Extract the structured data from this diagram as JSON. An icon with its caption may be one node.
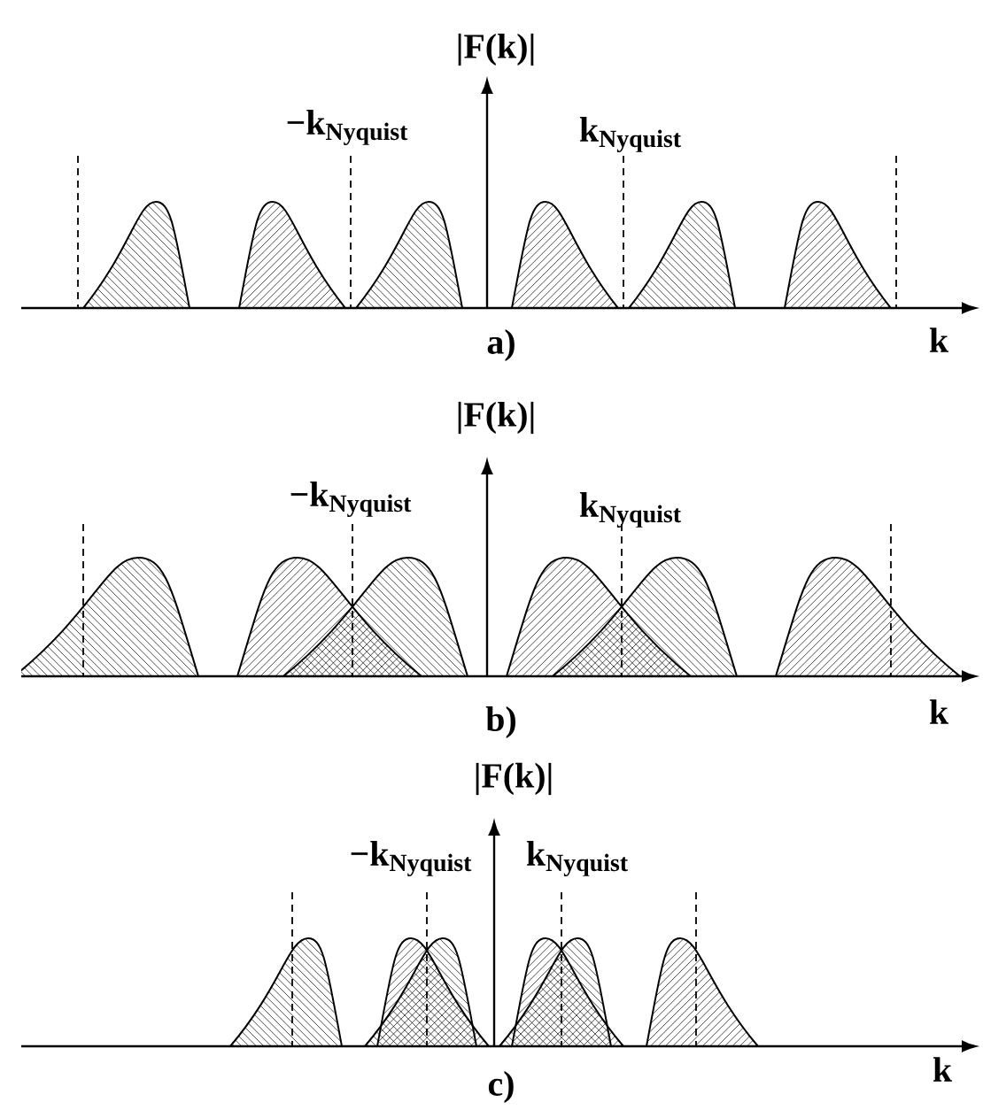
{
  "diagram": {
    "labels": [
      "|F(k)|",
      "−k$_{Nyquist}$",
      "k$_{Nyquist}$",
      "a)",
      "k",
      "|F(k)|",
      "−k$_{Nyquist}$",
      "k$_{Nyquist}$",
      "b)",
      "k",
      "|F(k)|",
      "−k$_{Nyquist}$",
      "k$_{Nyquist}$",
      "c)",
      "k"
    ]
  }
}
